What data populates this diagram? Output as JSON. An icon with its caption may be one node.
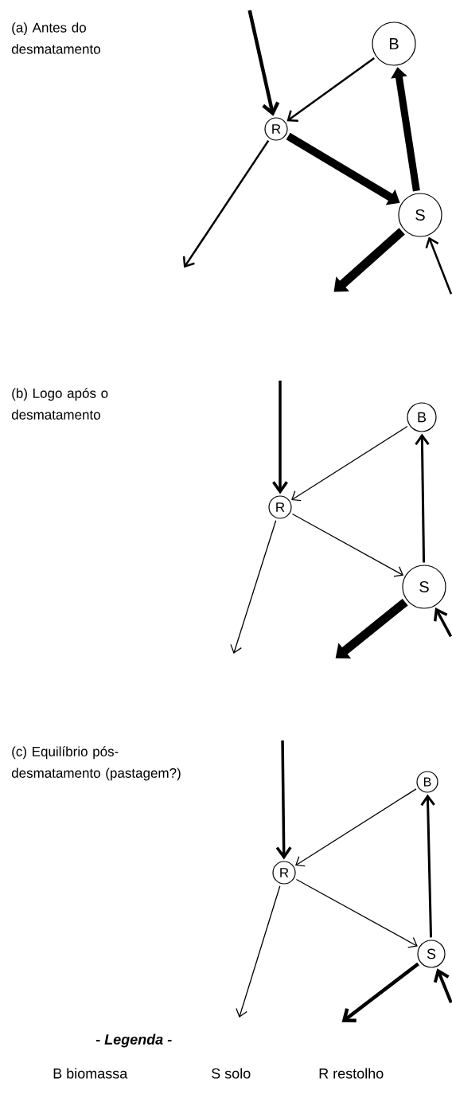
{
  "diagram": {
    "nodes": [
      {
        "text": [
          "B"
        ]
      },
      {
        "text": [
          "R"
        ]
      },
      {
        "text": [
          "S"
        ]
      },
      {
        "text": [
          "B"
        ]
      },
      {
        "text": [
          "R"
        ]
      },
      {
        "text": [
          "S"
        ]
      },
      {
        "text": [
          "B"
        ]
      },
      {
        "text": [
          "R"
        ]
      },
      {
        "text": [
          "S"
        ]
      }
    ],
    "edges": [
      {
        "from": null,
        "to": 1,
        "arrow": "to"
      },
      {
        "from": 0,
        "to": 1,
        "arrow": "to"
      },
      {
        "from": 1,
        "to": 2,
        "arrow": "to",
        "style": "thick"
      },
      {
        "from": 2,
        "to": 0,
        "arrow": "to",
        "style": "thick"
      },
      {
        "from": 1,
        "to": null,
        "arrow": "to"
      },
      {
        "from": 2,
        "to": null,
        "arrow": "to",
        "style": "thick"
      },
      {
        "from": null,
        "to": 2,
        "arrow": "to"
      },
      {
        "from": null,
        "to": 4,
        "arrow": "to"
      },
      {
        "from": 3,
        "to": 4,
        "arrow": "to"
      },
      {
        "from": 4,
        "to": 5,
        "arrow": "to"
      },
      {
        "from": 5,
        "to": 3,
        "arrow": "to"
      },
      {
        "from": 4,
        "to": null,
        "arrow": "to"
      },
      {
        "from": 5,
        "to": null,
        "arrow": "to",
        "style": "thick"
      },
      {
        "from": null,
        "to": 5,
        "arrow": "to"
      },
      {
        "from": null,
        "to": 7,
        "arrow": "to"
      },
      {
        "from": 6,
        "to": 7,
        "arrow": "to"
      },
      {
        "from": 7,
        "to": 8,
        "arrow": "to"
      },
      {
        "from": 8,
        "to": 6,
        "arrow": "to"
      },
      {
        "from": 7,
        "to": null,
        "arrow": "to"
      },
      {
        "from": 8,
        "to": null,
        "arrow": "to"
      },
      {
        "from": null,
        "to": 8,
        "arrow": "to"
      }
    ],
    "labels": [
      "(a) Antes do desmatamento",
      "(b) Logo após o desmatamento",
      "(c) Equilíbrio pós-desmatamento (pastagem?)",
      "- Legenda -",
      "B biomassa",
      "S solo",
      "R restolho"
    ]
  }
}
